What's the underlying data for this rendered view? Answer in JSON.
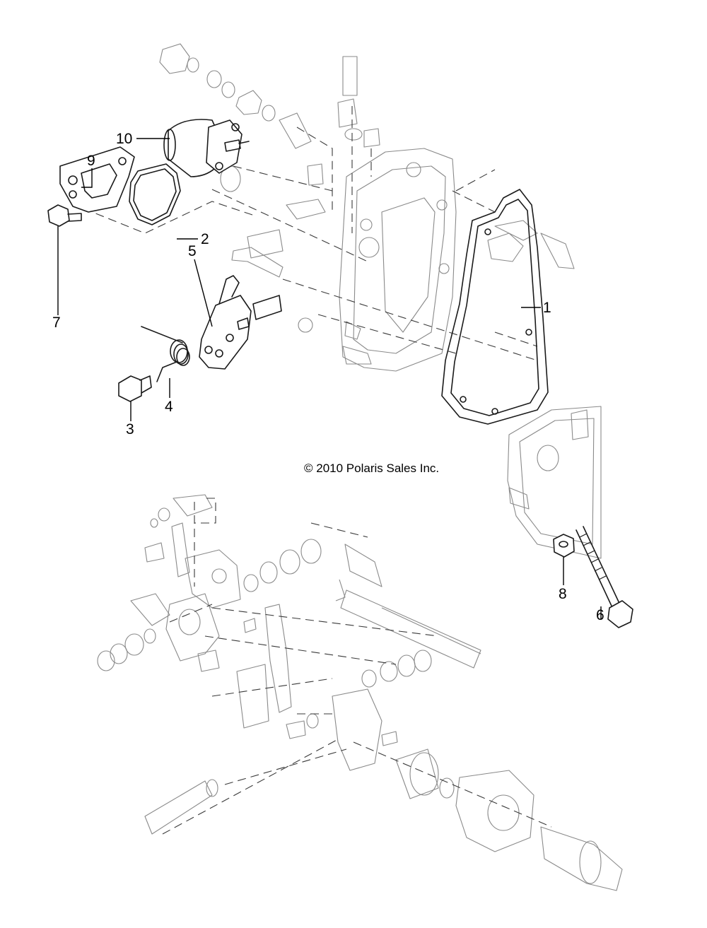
{
  "copyright": "© 2010 Polaris Sales Inc.",
  "callouts": [
    {
      "id": "1",
      "label": "1"
    },
    {
      "id": "2",
      "label": "2"
    },
    {
      "id": "3",
      "label": "3"
    },
    {
      "id": "4",
      "label": "4"
    },
    {
      "id": "5",
      "label": "5"
    },
    {
      "id": "6",
      "label": "6"
    },
    {
      "id": "7",
      "label": "7"
    },
    {
      "id": "8",
      "label": "8"
    },
    {
      "id": "9",
      "label": "9"
    },
    {
      "id": "10",
      "label": "10"
    }
  ]
}
